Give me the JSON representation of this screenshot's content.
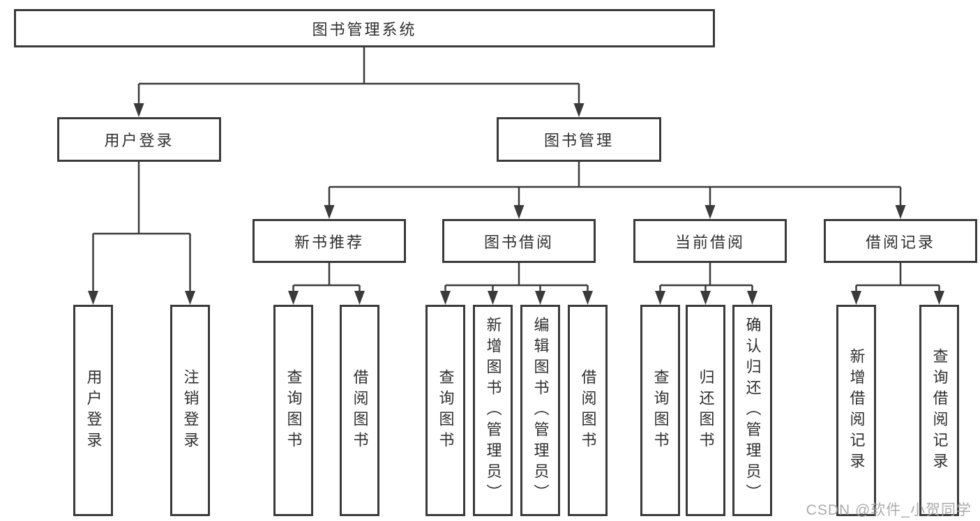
{
  "tree": {
    "root": {
      "label": "图书管理系统",
      "children": [
        {
          "label": "用户登录",
          "children": [
            {
              "label": "用户登录"
            },
            {
              "label": "注销登录"
            }
          ]
        },
        {
          "label": "图书管理",
          "children": [
            {
              "label": "新书推荐",
              "children": [
                {
                  "label": "查询图书"
                },
                {
                  "label": "借阅图书"
                }
              ]
            },
            {
              "label": "图书借阅",
              "children": [
                {
                  "label": "查询图书"
                },
                {
                  "label": "新增图书（管理员）"
                },
                {
                  "label": "编辑图书（管理员）"
                },
                {
                  "label": "借阅图书"
                }
              ]
            },
            {
              "label": "当前借阅",
              "children": [
                {
                  "label": "查询图书"
                },
                {
                  "label": "归还图书"
                },
                {
                  "label": "确认归还（管理员）"
                }
              ]
            },
            {
              "label": "借阅记录",
              "children": [
                {
                  "label": "新增借阅记录"
                },
                {
                  "label": "查询借阅记录"
                }
              ]
            }
          ]
        }
      ]
    }
  },
  "watermark": "CSDN @软件_小贺同学",
  "colors": {
    "line": "#3a3a3a",
    "box_border": "#3a3a3a",
    "box_background": "#ffffff",
    "text": "#2f2f2f",
    "watermark": "#a2a2a2"
  }
}
